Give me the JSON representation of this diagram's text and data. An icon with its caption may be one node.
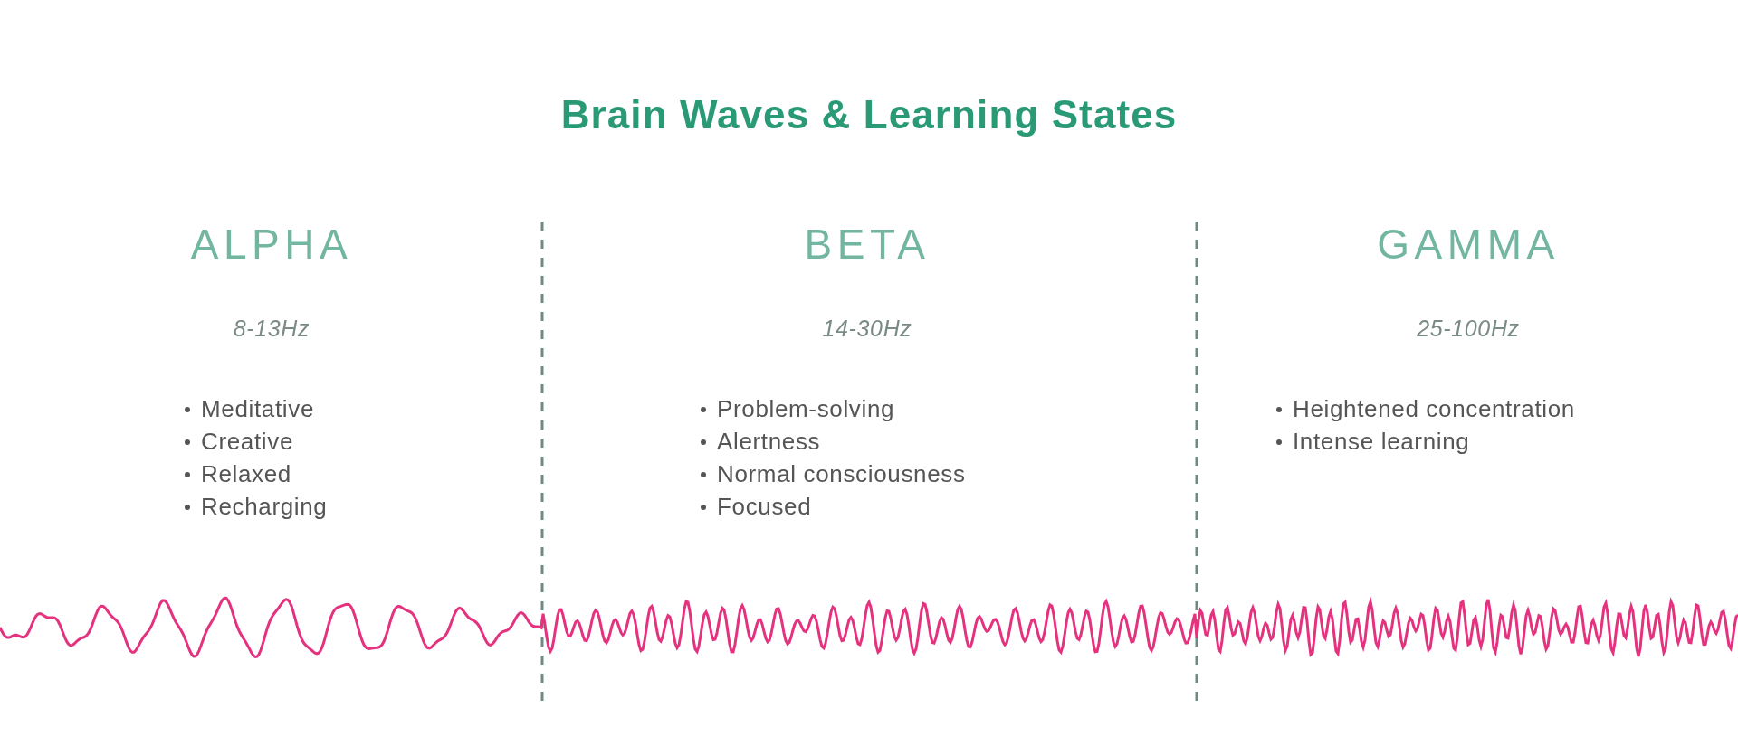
{
  "diagram": {
    "title": "Brain Waves & Learning States",
    "labels": [
      "ALPHA",
      "8-13Hz",
      "Meditative",
      "Creative",
      "Relaxed",
      "Recharging",
      "BETA",
      "14-30Hz",
      "Problem-solving",
      "Alertness",
      "Normal consciousness",
      "Focused",
      "GAMMA",
      "25-100Hz",
      "Heightened concentration",
      "Intense learning"
    ]
  }
}
